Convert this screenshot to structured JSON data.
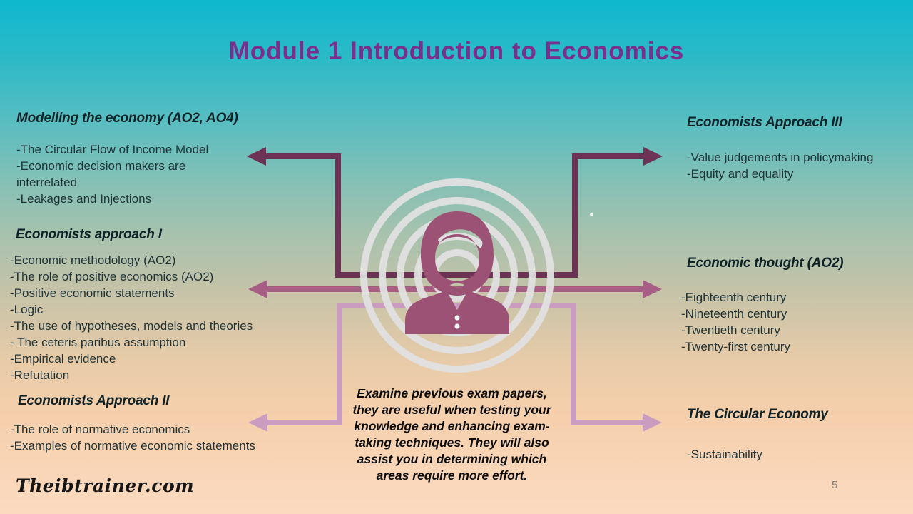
{
  "slide": {
    "title": "Module 1 Introduction to Economics",
    "page_number": "5",
    "logo_text": "Theibtrainer.com",
    "center_note": "Examine previous exam papers, they are useful when testing your knowledge and enhancing exam-taking techniques. They will also assist you in determining which areas require more effort."
  },
  "sections": {
    "left": [
      {
        "title": "Modelling the economy (AO2, AO4)",
        "items": [
          "-The Circular Flow of Income Model",
          "-Economic decision makers are interrelated",
          "-Leakages and Injections"
        ]
      },
      {
        "title": "Economists approach I",
        "items": [
          "-Economic methodology (AO2)",
          "-The role of positive economics (AO2)",
          "-Positive economic statements",
          "-Logic",
          "-The use of hypotheses, models and theories",
          "- The ceteris paribus assumption",
          "-Empirical evidence",
          "-Refutation"
        ]
      },
      {
        "title": "Economists Approach II",
        "items": [
          "-The role of normative economics",
          "-Examples of normative economic statements"
        ]
      }
    ],
    "right": [
      {
        "title": "Economists Approach III",
        "items": [
          "-Value judgements in policymaking",
          "-Equity and equality"
        ]
      },
      {
        "title": "Economic thought (AO2)",
        "items": [
          "-Eighteenth century",
          "-Nineteenth century",
          "-Twentieth century",
          "-Twenty-first century"
        ]
      },
      {
        "title": "The Circular Economy",
        "items": [
          "-Sustainability"
        ]
      }
    ]
  },
  "icons": {
    "avatar": "bearded-person-avatar",
    "rings": "concentric-ripple-circles",
    "connectors": "double-headed-arrow-brackets"
  },
  "colors": {
    "title": "#7C2E8E",
    "arrow_dark": "#6C3354",
    "arrow_mid": "#A75E85",
    "arrow_light": "#CA9CC0",
    "avatar": "#9C5274",
    "ring": "#E0E0E0",
    "bg_top": "#0EB8CE",
    "bg_bottom": "#FBDAC0"
  }
}
